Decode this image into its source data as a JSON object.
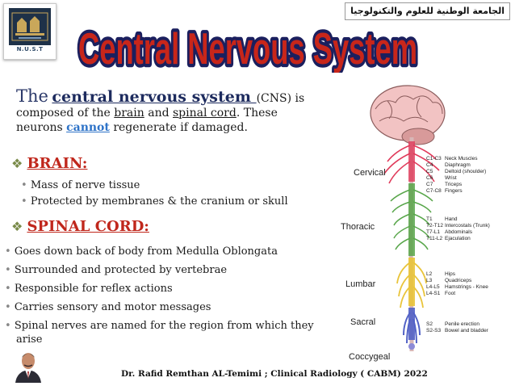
{
  "logo": {
    "text": "N.U.S.T",
    "icon": "university-logo"
  },
  "arabic_banner": "الجامعة الوطنية للعلوم والتكنولوجيا",
  "title": "Central Nervous System",
  "intro": {
    "the": "The",
    "cns_term": "central nervous system ",
    "p1": "(CNS) is",
    "p2": "composed of the",
    "brain": "brain",
    "and": "and",
    "spinal_cord": "spinal cord",
    "p3": ".   These",
    "p4": "neurons",
    "cannot": "cannot",
    "p5": "regenerate if damaged."
  },
  "brain": {
    "heading": "BRAIN:",
    "bullets": [
      "Mass of nerve tissue",
      "Protected by membranes & the cranium or skull"
    ]
  },
  "spinal": {
    "heading": "SPINAL CORD:",
    "bullets": [
      "Goes down back of body from Medulla Oblongata",
      "Surrounded and protected by vertebrae",
      "Responsible for reflex actions",
      "Carries sensory and motor messages",
      "Spinal nerves are named for the region from which they"
    ],
    "last_line": "arise"
  },
  "figure": {
    "regions": [
      "Cervical",
      "Thoracic",
      "Lumbar",
      "Sacral",
      "Coccygeal"
    ],
    "cervical": {
      "codes": [
        "C1-C3",
        "C4",
        "C5",
        "C6",
        "C7",
        "C7-C8"
      ],
      "functions": [
        "Neck Muscles",
        "Diaphragm",
        "Deltoid (shoulder)",
        "Wrist",
        "Triceps",
        "Fingers"
      ]
    },
    "thoracic": {
      "codes": [
        "T1",
        "T2-T12",
        "T7-L1",
        "T11-L2"
      ],
      "functions": [
        "Hand",
        "Intercostals (Trunk)",
        "Abdominals",
        "Ejaculation"
      ]
    },
    "lumbar": {
      "codes": [
        "L2",
        "L3",
        "L4-L5",
        "L4-S1"
      ],
      "functions": [
        "Hips",
        "Quadriceps",
        "Hamstrings - Knee",
        "Foot"
      ]
    },
    "sacral": {
      "codes": [
        "S2",
        "S2-S3"
      ],
      "functions": [
        "Penile erection",
        "Bowel and bladder"
      ]
    }
  },
  "footer": "Dr. Rafid  Remthan AL-Temimi  ; Clinical Radiology  ( CABM)  2022",
  "colors": {
    "title_fill": "#c8261a",
    "heading": "#c0271c",
    "cannot": "#2e73c8",
    "cervical": "#e03a5a",
    "thoracic": "#58a64a",
    "lumbar": "#e9c43a",
    "sacral": "#5262c6"
  }
}
